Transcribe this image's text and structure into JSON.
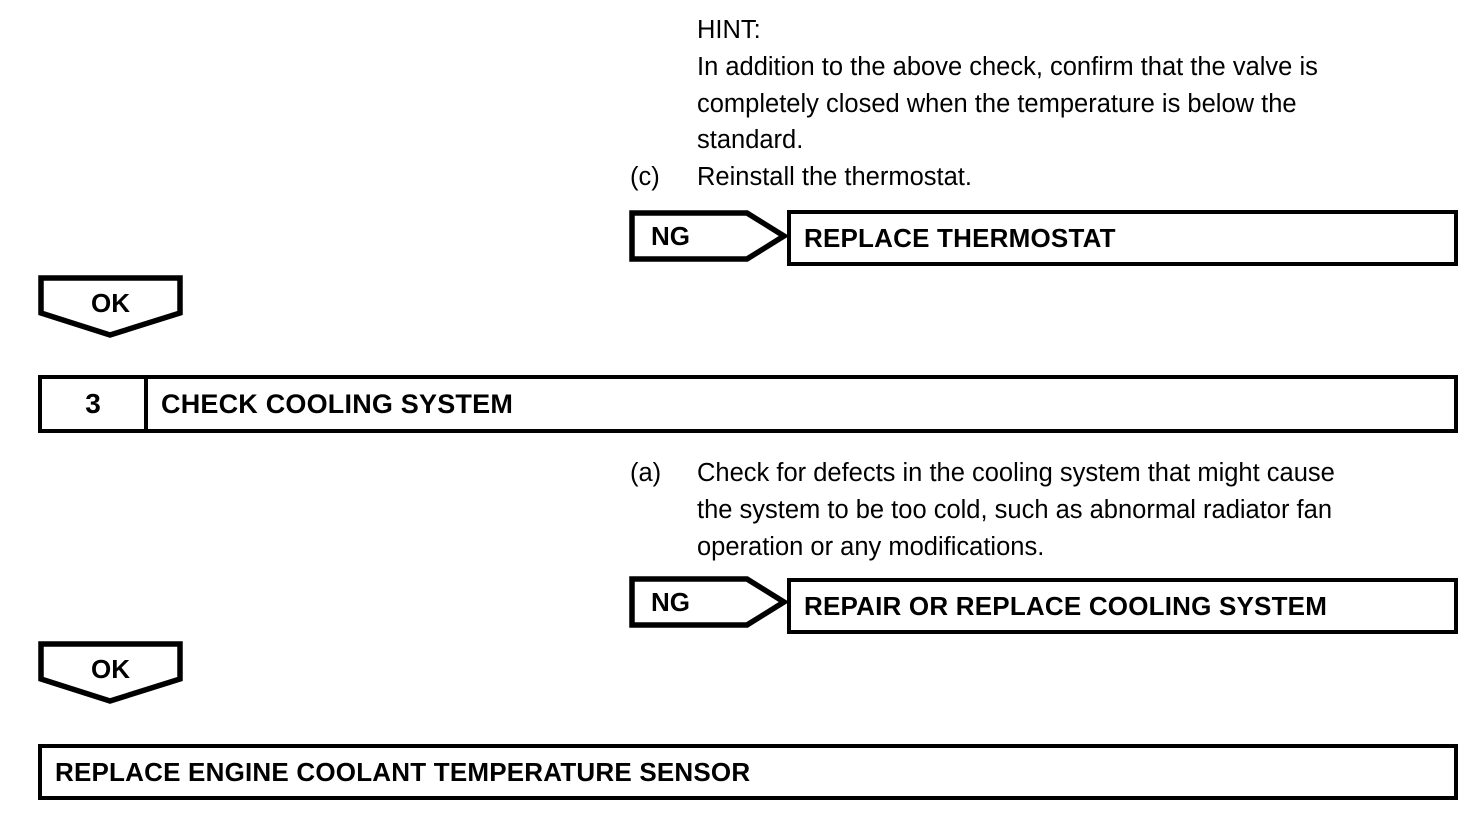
{
  "document": {
    "type": "diagnostic-flowchart",
    "background_color": "#ffffff",
    "line_color": "#000000"
  },
  "hint_block": {
    "title": "HINT:",
    "lines": [
      "In addition to the above check, confirm that the valve is",
      "completely closed when the temperature is below the",
      "standard."
    ]
  },
  "step_c": {
    "label": "(c)",
    "text": "Reinstall the thermostat."
  },
  "branch_1": {
    "condition": "NG",
    "action": "REPLACE THERMOSTAT"
  },
  "pass_1": {
    "condition": "OK"
  },
  "step_3": {
    "number": "3",
    "title": "CHECK COOLING SYSTEM"
  },
  "step_a": {
    "label": "(a)",
    "lines": [
      "Check for defects in the cooling system that might cause",
      "the system to be too cold, such as abnormal radiator fan",
      "operation or any modifications."
    ]
  },
  "branch_2": {
    "condition": "NG",
    "action": "REPAIR OR REPLACE COOLING SYSTEM"
  },
  "pass_2": {
    "condition": "OK"
  },
  "final_action": {
    "text": "REPLACE ENGINE COOLANT TEMPERATURE SENSOR"
  }
}
